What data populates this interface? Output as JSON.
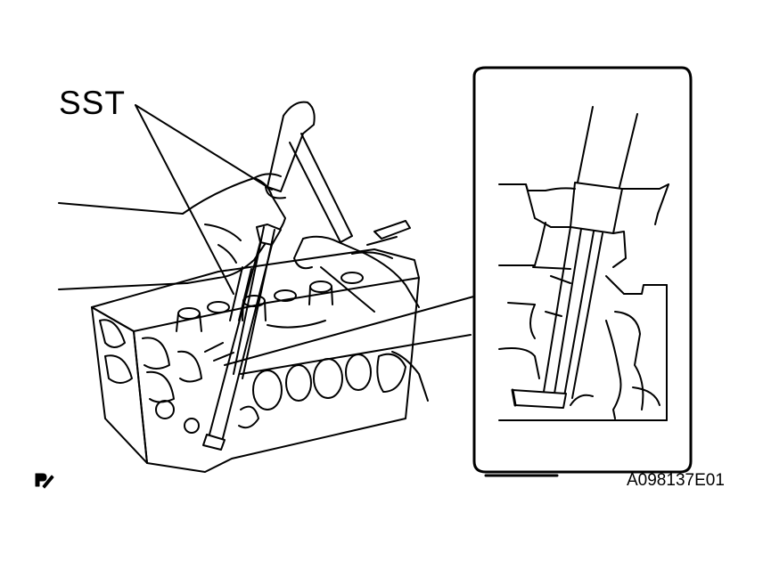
{
  "diagram": {
    "callout_label": "SST",
    "figure_code": "A098137E01",
    "icon_names": {
      "corner_mark": "pen-icon",
      "hand": "hand-icon",
      "tool": "valve-spring-compressor-icon",
      "cylinder_head": "cylinder-head-icon",
      "detail_inset": "magnified-detail-inset"
    },
    "colors": {
      "ink": "#000000",
      "paper": "#ffffff"
    }
  }
}
